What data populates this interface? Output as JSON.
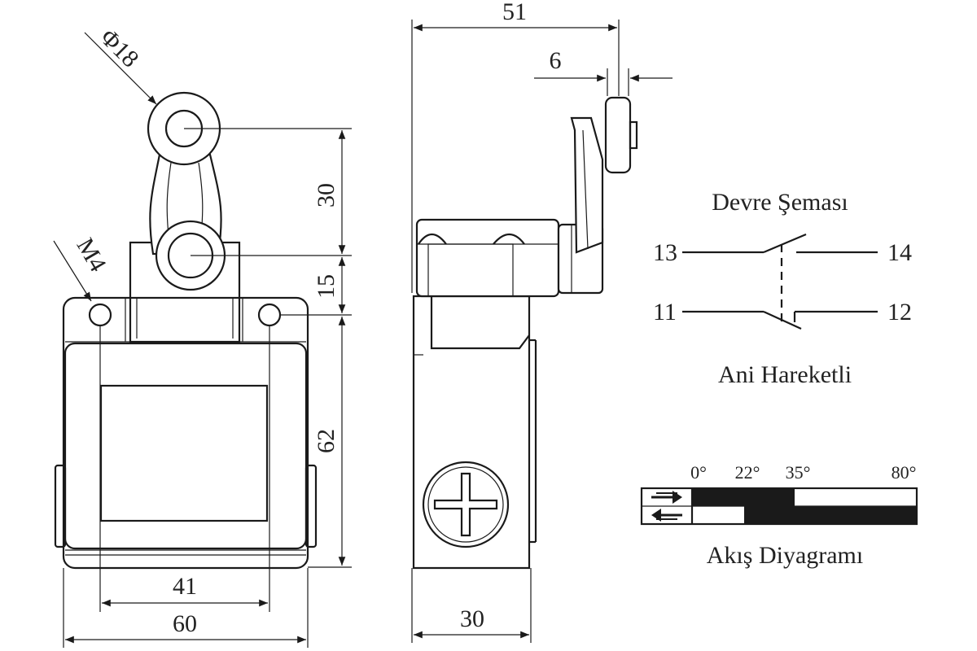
{
  "dimensions": {
    "roller_diameter": "Φ18",
    "mount_thread": "M4",
    "arm_length": "30",
    "pivot_offset": "15",
    "body_height": "62",
    "hole_spacing": "41",
    "body_width": "60",
    "total_depth": "51",
    "roller_width": "6",
    "body_depth": "30"
  },
  "circuit": {
    "title": "Devre Şeması",
    "no_left": "13",
    "no_right": "14",
    "nc_left": "11",
    "nc_right": "12",
    "type_label": "Ani Hareketli"
  },
  "flow": {
    "title": "Akış Diyagramı",
    "angles": [
      "0°",
      "22°",
      "35°",
      "80°"
    ]
  }
}
